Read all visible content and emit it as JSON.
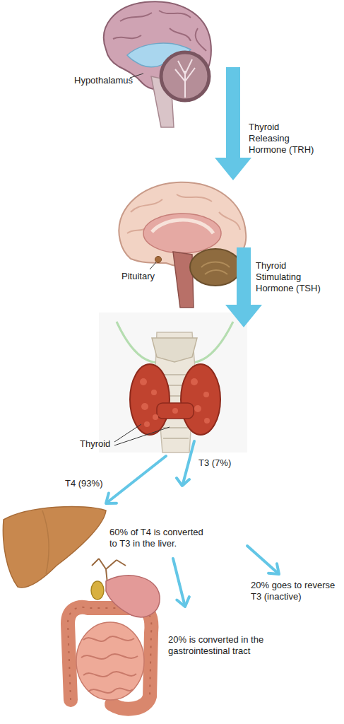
{
  "diagram": {
    "nodes": [
      {
        "text": [
          "Hypothalamus"
        ]
      },
      {
        "text": [
          "Pituitary"
        ]
      },
      {
        "text": [
          "Thyroid"
        ]
      },
      {
        "text": [
          "60% of T4 is converted to T3 in the liver."
        ]
      },
      {
        "text": [
          "20% is converted in the gastrointestinal tract"
        ]
      },
      {
        "text": [
          "20% goes to reverse T3 (inactive)"
        ]
      }
    ],
    "edges": [
      {
        "from": 0,
        "to": 1,
        "label": "Thyroid Releasing Hormone (TRH)",
        "arrow": "to"
      },
      {
        "from": 1,
        "to": 2,
        "label": "Thyroid Stimulating Hormone (TSH)",
        "arrow": "to"
      },
      {
        "from": 2,
        "to": 3,
        "label": "T4 (93%)",
        "arrow": "to"
      },
      {
        "from": 3,
        "to": 4,
        "arrow": "to"
      },
      {
        "from": 3,
        "to": 5,
        "arrow": "to"
      }
    ],
    "labels": [
      "T3 (7%)"
    ]
  }
}
